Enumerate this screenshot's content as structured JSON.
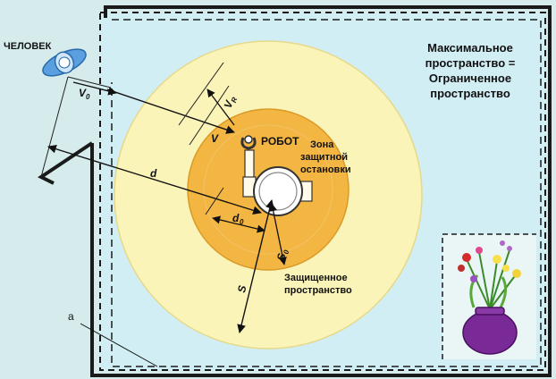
{
  "labels": {
    "human": "ЧЕЛОВЕК",
    "robot": "РОБОТ",
    "v0": "V",
    "v0_sub": "0",
    "v": "V",
    "vr": "V",
    "vr_sub": "R",
    "d": "d",
    "d0": "d",
    "d0_sub": "0",
    "s0": "S",
    "s0_sub": "0",
    "s": "S",
    "a": "a"
  },
  "stop_zone": {
    "line1": "Зона",
    "line2": "защитной",
    "line3": "остановки"
  },
  "protected": {
    "line1": "Защищенное",
    "line2": "пространство"
  },
  "maximal": {
    "line1": "Максимальное",
    "line2": "пространство =",
    "line3": "Ограниченное",
    "line4": "пространство"
  },
  "colors": {
    "background": "#d6ecec",
    "space": "#d2eef5",
    "protected_zone": "#fbf4b8",
    "stop_zone": "#f4b642",
    "wall": "#1a1a1a"
  }
}
